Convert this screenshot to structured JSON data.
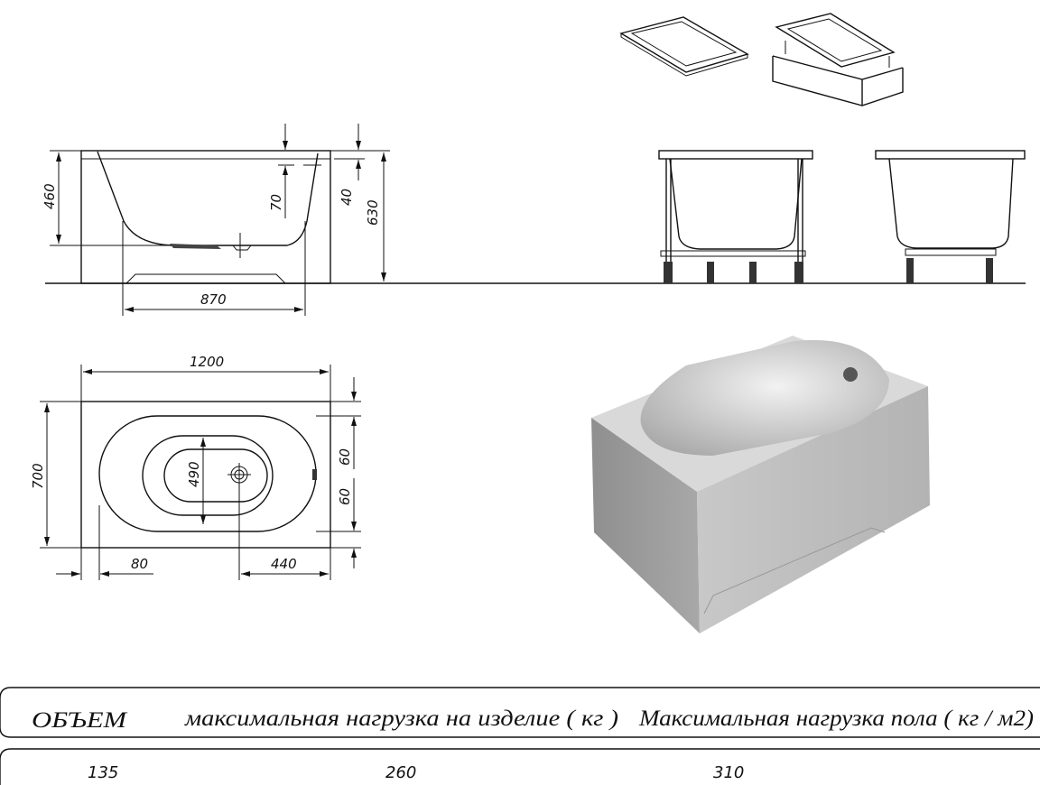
{
  "drawing": {
    "front_view": {
      "depth": "460",
      "overflow_offset": "70",
      "rim_offset": "40",
      "total_height": "630",
      "bottom_width": "870"
    },
    "top_view": {
      "length": "1200",
      "width": "700",
      "inner_width": "490",
      "drain_offset_top": "60",
      "drain_offset_bottom": "60",
      "edge_offset": "80",
      "drain_distance": "440"
    }
  },
  "table": {
    "headers": [
      "ОБЪЕМ",
      "максимальная нагрузка на изделие ( кг )",
      "Максимальная нагрузка пола ( кг / м2)"
    ],
    "values": [
      "135",
      "260",
      "310"
    ]
  },
  "colors": {
    "line": "#111111",
    "render_light": "#d9d9d9",
    "render_dark": "#9a9a9a"
  }
}
